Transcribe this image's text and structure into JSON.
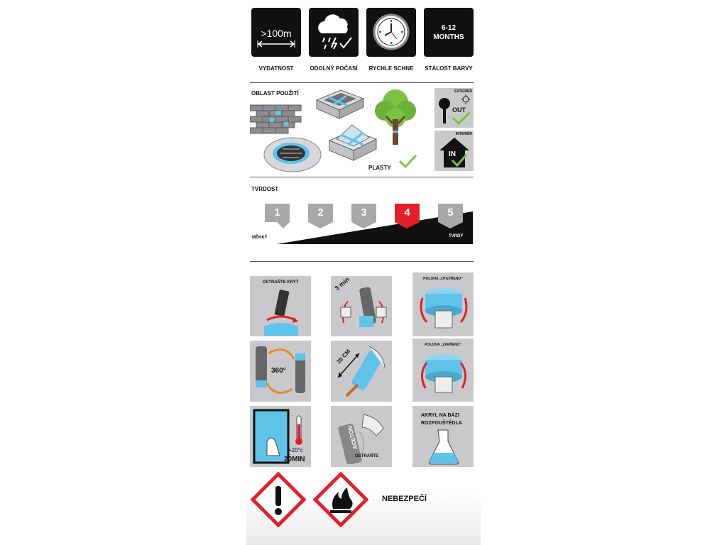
{
  "features": [
    {
      "icon": "coverage-icon",
      "icon_text": ">100m",
      "label": "VYDATNOST"
    },
    {
      "icon": "weather-icon",
      "icon_text": "",
      "label": "ODOLNÝ POČASÍ"
    },
    {
      "icon": "clock-icon",
      "icon_text": "",
      "label": "RYCHLE SCHNE"
    },
    {
      "icon": "months-icon",
      "icon_text": "6-12\nMONTHS",
      "label": "STÁLOST BARVY"
    }
  ],
  "usage": {
    "title": "OBLAST POUŽITÍ",
    "plastics_label": "PLASTY",
    "exterior": {
      "caption": "EXTERIÉR",
      "text": "OUT"
    },
    "interior": {
      "caption": "INTERIÉR",
      "text": "IN"
    }
  },
  "hardness": {
    "title": "TVRDOST",
    "levels": [
      "1",
      "2",
      "3",
      "4",
      "5"
    ],
    "selected_level": 4,
    "soft_label": "MĚKKÝ",
    "hard_label": "TVRDÝ",
    "selected_color": "#e1202a",
    "default_color": "#a8a8aa"
  },
  "instructions": {
    "remove_cap": "OSTRAŇTE KRYT",
    "shake_time": "3 min",
    "position_open": "POLOHA „OTEVŘENO“",
    "rotate": "360°",
    "distance": "20 CM",
    "position_closed": "POLOHA „ZAVŘENO“",
    "temp": "+20°c",
    "time": "20MIN",
    "acetone_label": "ACETON",
    "remove_label": "OSTRAŇTE",
    "base_text": "AKRYL NA BÁZI ROZPOUŠTĚDLA"
  },
  "hazard": {
    "label": "NEBEZPEČÍ",
    "color": "#e1202a"
  }
}
